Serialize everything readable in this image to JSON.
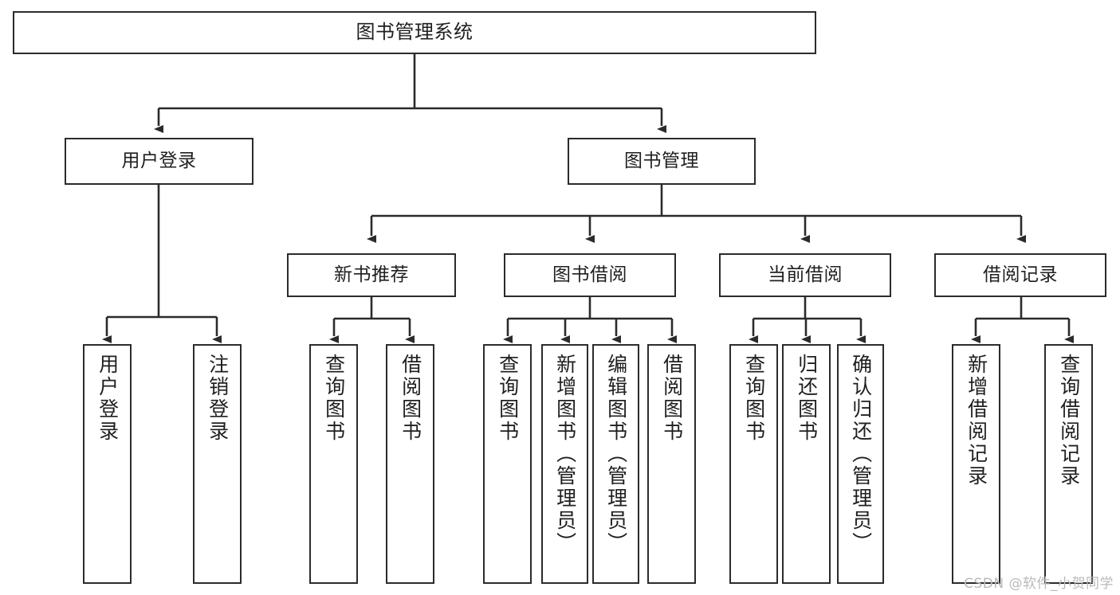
{
  "diagram": {
    "type": "tree-hierarchy",
    "title": "图书管理系统",
    "watermark": "CSDN @软件_小贺同学",
    "colors": {
      "background": "#ffffff",
      "border": "#2b2b2b",
      "text": "#1f1f1f",
      "edge": "#2b2b2b",
      "watermark": "#b9b9b9"
    },
    "nodes": {
      "root": {
        "label": "图书管理系统"
      },
      "level2": [
        {
          "label": "用户登录"
        },
        {
          "label": "图书管理"
        }
      ],
      "level3": [
        {
          "label": "新书推荐"
        },
        {
          "label": "图书借阅"
        },
        {
          "label": "当前借阅"
        },
        {
          "label": "借阅记录"
        }
      ],
      "leaves": {
        "user_login": [
          {
            "label": "用户登录"
          },
          {
            "label": "注销登录"
          }
        ],
        "new_book": [
          {
            "label": "查询图书"
          },
          {
            "label": "借阅图书"
          }
        ],
        "book_borrow": [
          {
            "label": "查询图书"
          },
          {
            "label": "新增图书（管理员）"
          },
          {
            "label": "编辑图书（管理员）"
          },
          {
            "label": "借阅图书"
          }
        ],
        "current_borrow": [
          {
            "label": "查询图书"
          },
          {
            "label": "归还图书"
          },
          {
            "label": "确认归还（管理员）"
          }
        ],
        "borrow_record": [
          {
            "label": "新增借阅记录"
          },
          {
            "label": "查询借阅记录"
          }
        ]
      }
    }
  }
}
